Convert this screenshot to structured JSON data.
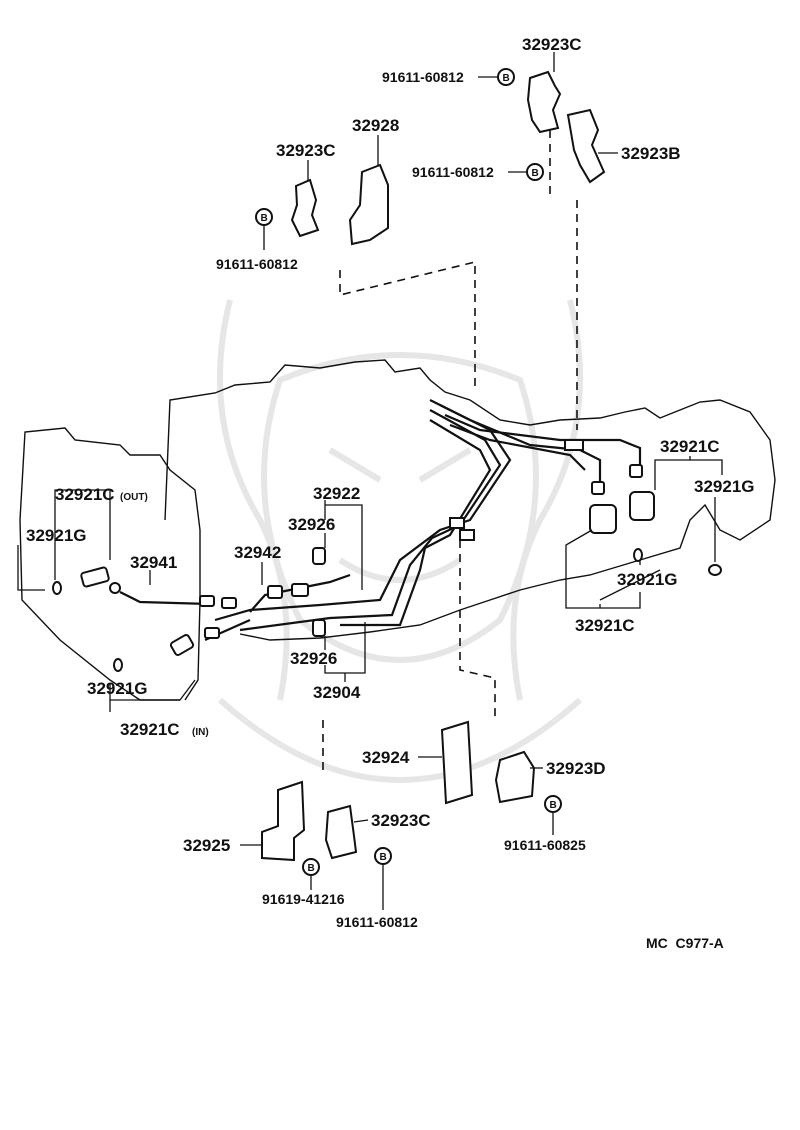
{
  "diagram_code": "MC  C977-A",
  "bolt_symbol": "B",
  "parts": {
    "p32923C_top": "32923C",
    "p91611_top1": "91611-60812",
    "p32923B": "32923B",
    "p91611_top2": "91611-60812",
    "p32928": "32928",
    "p32923C_left": "32923C",
    "p91611_left": "91611-60812",
    "p32921C_out": "32921C",
    "p32921C_out_suffix": "(OUT)",
    "p32921G_left": "32921G",
    "p32941": "32941",
    "p32942": "32942",
    "p32922": "32922",
    "p32926_top": "32926",
    "p32926_bot": "32926",
    "p32904": "32904",
    "p32921G_bot": "32921G",
    "p32921C_in": "32921C",
    "p32921C_in_suffix": "(IN)",
    "p32921C_right": "32921C",
    "p32921G_right": "32921G",
    "p32921G_mid": "32921G",
    "p32921C_mid": "32921C",
    "p32924": "32924",
    "p32923D": "32923D",
    "p91611_60825": "91611-60825",
    "p32925": "32925",
    "p32923C_bot": "32923C",
    "p91619": "91619-41216",
    "p91611_bot": "91611-60812"
  }
}
